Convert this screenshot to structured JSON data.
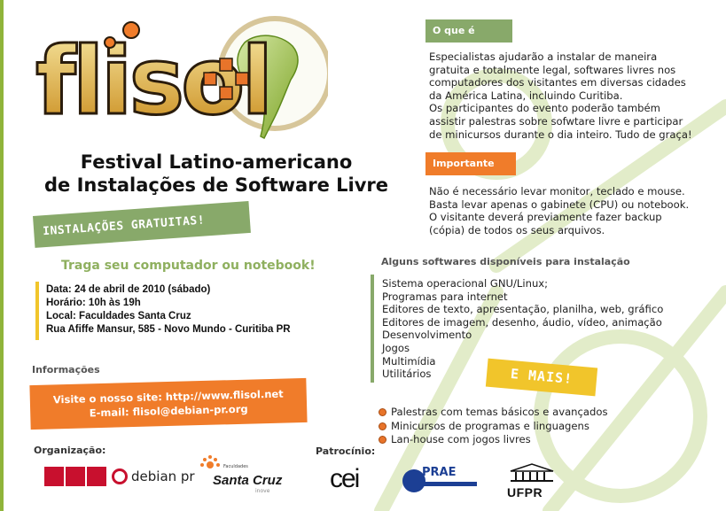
{
  "logo": {
    "text": "flisol"
  },
  "title": {
    "line1": "Festival Latino-americano",
    "line2": "de Instalações de Software Livre"
  },
  "banner_free": "INSTALAÇÕES GRATUITAS!",
  "bring": "Traga seu computador ou notebook!",
  "event": {
    "date": "Data: 24 de abril de 2010 (sábado)",
    "time": "Horário: 10h às 19h",
    "place": "Local: Faculdades Santa Cruz",
    "address": "Rua Afiffe Mansur, 585 - Novo Mundo - Curitiba PR"
  },
  "info": {
    "heading": "Informações",
    "site": "Visite o nosso site: http://www.flisol.net",
    "email": "E-mail: flisol@debian-pr.org"
  },
  "organization": {
    "heading": "Organização:",
    "debian": "debian pr",
    "santacruz_small": "Faculdades",
    "santacruz": "Santa Cruz",
    "santacruz_sub": "inove"
  },
  "sponsorship": {
    "heading": "Patrocínio:",
    "cei": "cei",
    "prae": "PRAE",
    "ufpr": "UFPR"
  },
  "what_is": {
    "heading": "O que é",
    "lines": [
      "Especialistas ajudarão a instalar de maneira",
      "gratuita e totalmente legal, softwares livres nos",
      "computadores dos visitantes em diversas cidades",
      "da América Latina, incluindo Curitiba.",
      "Os participantes do evento poderão também",
      "assistir palestras sobre sofwtare livre e participar",
      "de minicursos durante o dia inteiro. Tudo de graça!"
    ]
  },
  "important": {
    "heading": "Importante",
    "lines": [
      "Não é necessário levar monitor, teclado e mouse.",
      "Basta levar apenas o gabinete (CPU) ou notebook.",
      "O visitante deverá previamente fazer backup",
      "(cópia) de todos os seus arquivos."
    ]
  },
  "software": {
    "heading": "Alguns softwares disponíveis para instalação",
    "items": [
      "Sistema operacional GNU/Linux;",
      "Programas para internet",
      "Editores de texto, apresentação, planilha, web, gráfico",
      "Editores de imagem, desenho, áudio, vídeo, animação",
      "Desenvolvimento",
      "Jogos",
      "Multimídia",
      "Utilitários"
    ]
  },
  "more": {
    "banner": "E MAIS!",
    "items": [
      "Palestras com temas básicos e avançados",
      "Minicursos de programas e linguagens",
      "Lan-house com jogos livres"
    ]
  },
  "colors": {
    "green": "#8fb43a",
    "orange": "#f07c2a",
    "sage": "#88a96a",
    "yellow": "#f1c52b",
    "text": "#222222"
  }
}
